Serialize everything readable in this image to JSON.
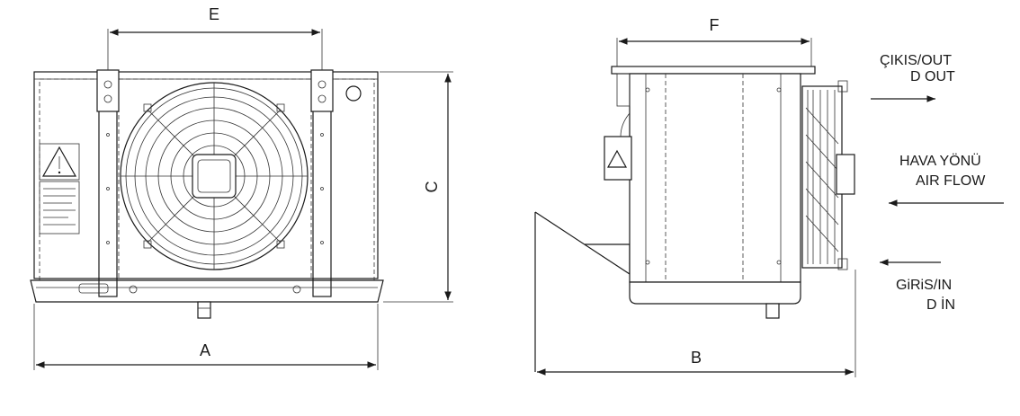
{
  "dimensions": {
    "a": "A",
    "b": "B",
    "c": "C",
    "e": "E",
    "f": "F"
  },
  "annotations": {
    "outlet_line1": "ÇIKIS/OUT",
    "outlet_line2": "D OUT",
    "airflow_line1": "HAVA YÖNÜ",
    "airflow_line2": "AIR FLOW",
    "inlet_line1": "GiRiS/IN",
    "inlet_line2": "D İN"
  },
  "colors": {
    "line": "#1a1a1a",
    "background": "#ffffff"
  },
  "icons": [
    "warning-triangle-icon",
    "fan-icon",
    "arrow-left-icon",
    "arrow-right-icon"
  ]
}
